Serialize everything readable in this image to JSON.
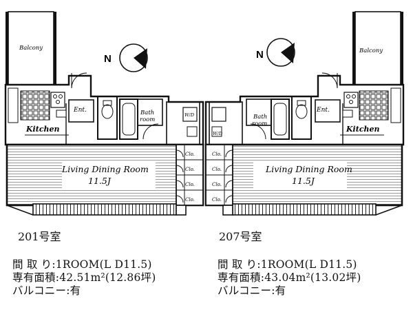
{
  "plans": [
    {
      "unit": "201号室",
      "labels": {
        "balcony": "Balcony",
        "entrance": "Ent.",
        "kitchen": "Kitchen",
        "bath_line1": "Bath",
        "bath_line2": "room",
        "washer": "W/D",
        "living": "Living Dining Room",
        "living_size": "11.5J",
        "closets": [
          "Clo.",
          "Clo.",
          "Clo.",
          "Clo."
        ]
      },
      "info": {
        "layout": "間 取 り:1ROOM(L D11.5)",
        "area": "専有面積:42.51m²(12.86坪)",
        "balcony": "バルコニー:有"
      }
    },
    {
      "unit": "207号室",
      "labels": {
        "balcony": "Balcony",
        "entrance": "Ent.",
        "kitchen": "Kitchen",
        "bath_line1": "Bath",
        "bath_line2": "room",
        "washer": "W/D",
        "living": "Living Dining Room",
        "living_size": "11.5J",
        "closets": [
          "Clo.",
          "Clo.",
          "Clo.",
          "Clo."
        ]
      },
      "info": {
        "layout": "間 取 り:1ROOM(L D11.5)",
        "area": "専有面積:43.04m²(13.02坪)",
        "balcony": "バルコニー:有"
      }
    }
  ],
  "compass": {
    "label": "N",
    "icon": "north-compass-icon"
  }
}
